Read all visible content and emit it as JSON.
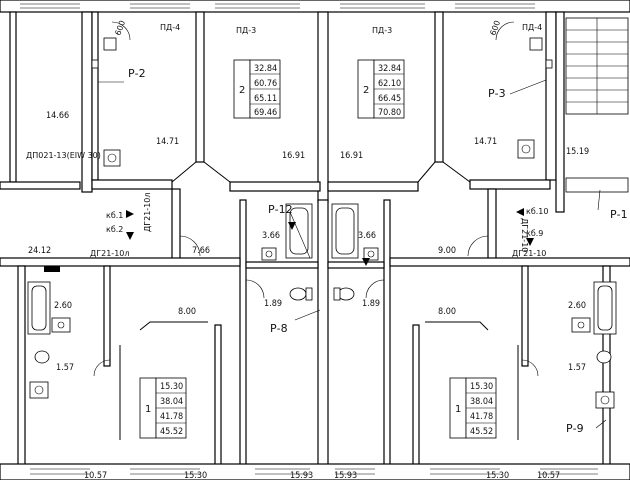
{
  "rooms": {
    "left_corridor_area": "14.66",
    "door_mark_left": "ДП021-13(ЕIW 30)",
    "room_p2": "Р-2",
    "room_p3": "Р-3",
    "room_p8": "Р-8",
    "room_p9": "Р-9",
    "room_p12": "Р-12",
    "room_p1_partial": "Р-1",
    "pd4_left": "ПД-4",
    "pd3_left": "ПД-3",
    "pd3_right": "ПД-3",
    "pd4_right": "ПД-4",
    "dim_600_left": "600",
    "dim_600_right": "600",
    "area_kitchen_left": "14.71",
    "area_kitchen_right": "14.71",
    "area_room_left": "16.91",
    "area_room_right": "16.91",
    "area_stair": "15.19",
    "area_bath_left": "3.66",
    "area_bath_right": "3.66",
    "area_wc_left": "1.89",
    "area_wc_right": "1.89",
    "area_hall_left": "7.66",
    "area_hall_right": "9.00",
    "area_corr_left": "24.12",
    "area_8_left": "8.00",
    "area_8_right": "8.00",
    "area_bath_2_60_left": "2.60",
    "area_bath_2_60_right": "2.60",
    "area_157_left": "1.57",
    "area_157_right": "1.57",
    "bottom_1057_left": "10.57",
    "bottom_1530_left": "15.30",
    "bottom_1593_left": "15.93",
    "bottom_1593_right": "15.93",
    "bottom_1530_right": "15.30",
    "bottom_1057_right": "10.57"
  },
  "shafts": {
    "kb1": "кб.1",
    "kb2": "кб.2",
    "kb9": "кб.9",
    "kb10": "кб.10",
    "dg_left_a": "ДГ21-10л",
    "dg_left_b": "ДГ21-10л",
    "dg_right_a": "ДГ21-10",
    "dg_right_b": "ДГ21-10"
  },
  "apartments": [
    {
      "rooms": "2",
      "values": [
        "32.84",
        "60.76",
        "65.11",
        "69.46"
      ]
    },
    {
      "rooms": "2",
      "values": [
        "32.84",
        "62.10",
        "66.45",
        "70.80"
      ]
    },
    {
      "rooms": "1",
      "values": [
        "15.30",
        "38.04",
        "41.78",
        "45.52"
      ]
    },
    {
      "rooms": "1",
      "values": [
        "15.30",
        "38.04",
        "41.78",
        "45.52"
      ]
    }
  ]
}
